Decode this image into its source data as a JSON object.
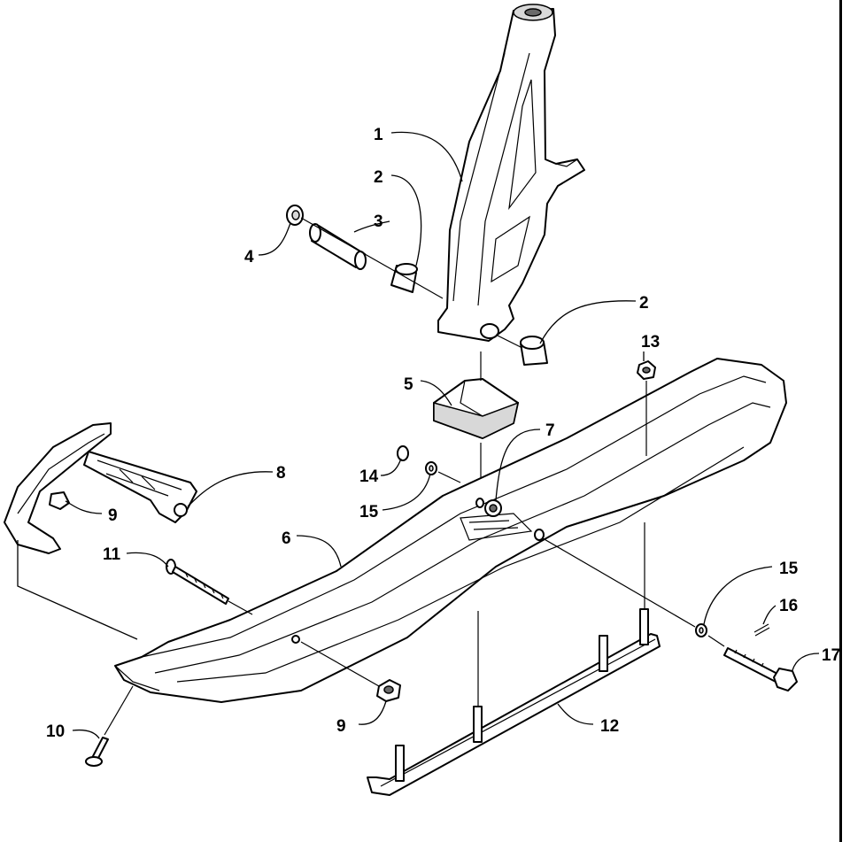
{
  "diagram": {
    "type": "exploded parts diagram",
    "callouts": [
      "1",
      "2",
      "2",
      "3",
      "4",
      "5",
      "6",
      "7",
      "8",
      "9",
      "9",
      "10",
      "11",
      "12",
      "13",
      "14",
      "15",
      "15",
      "16",
      "17"
    ]
  }
}
